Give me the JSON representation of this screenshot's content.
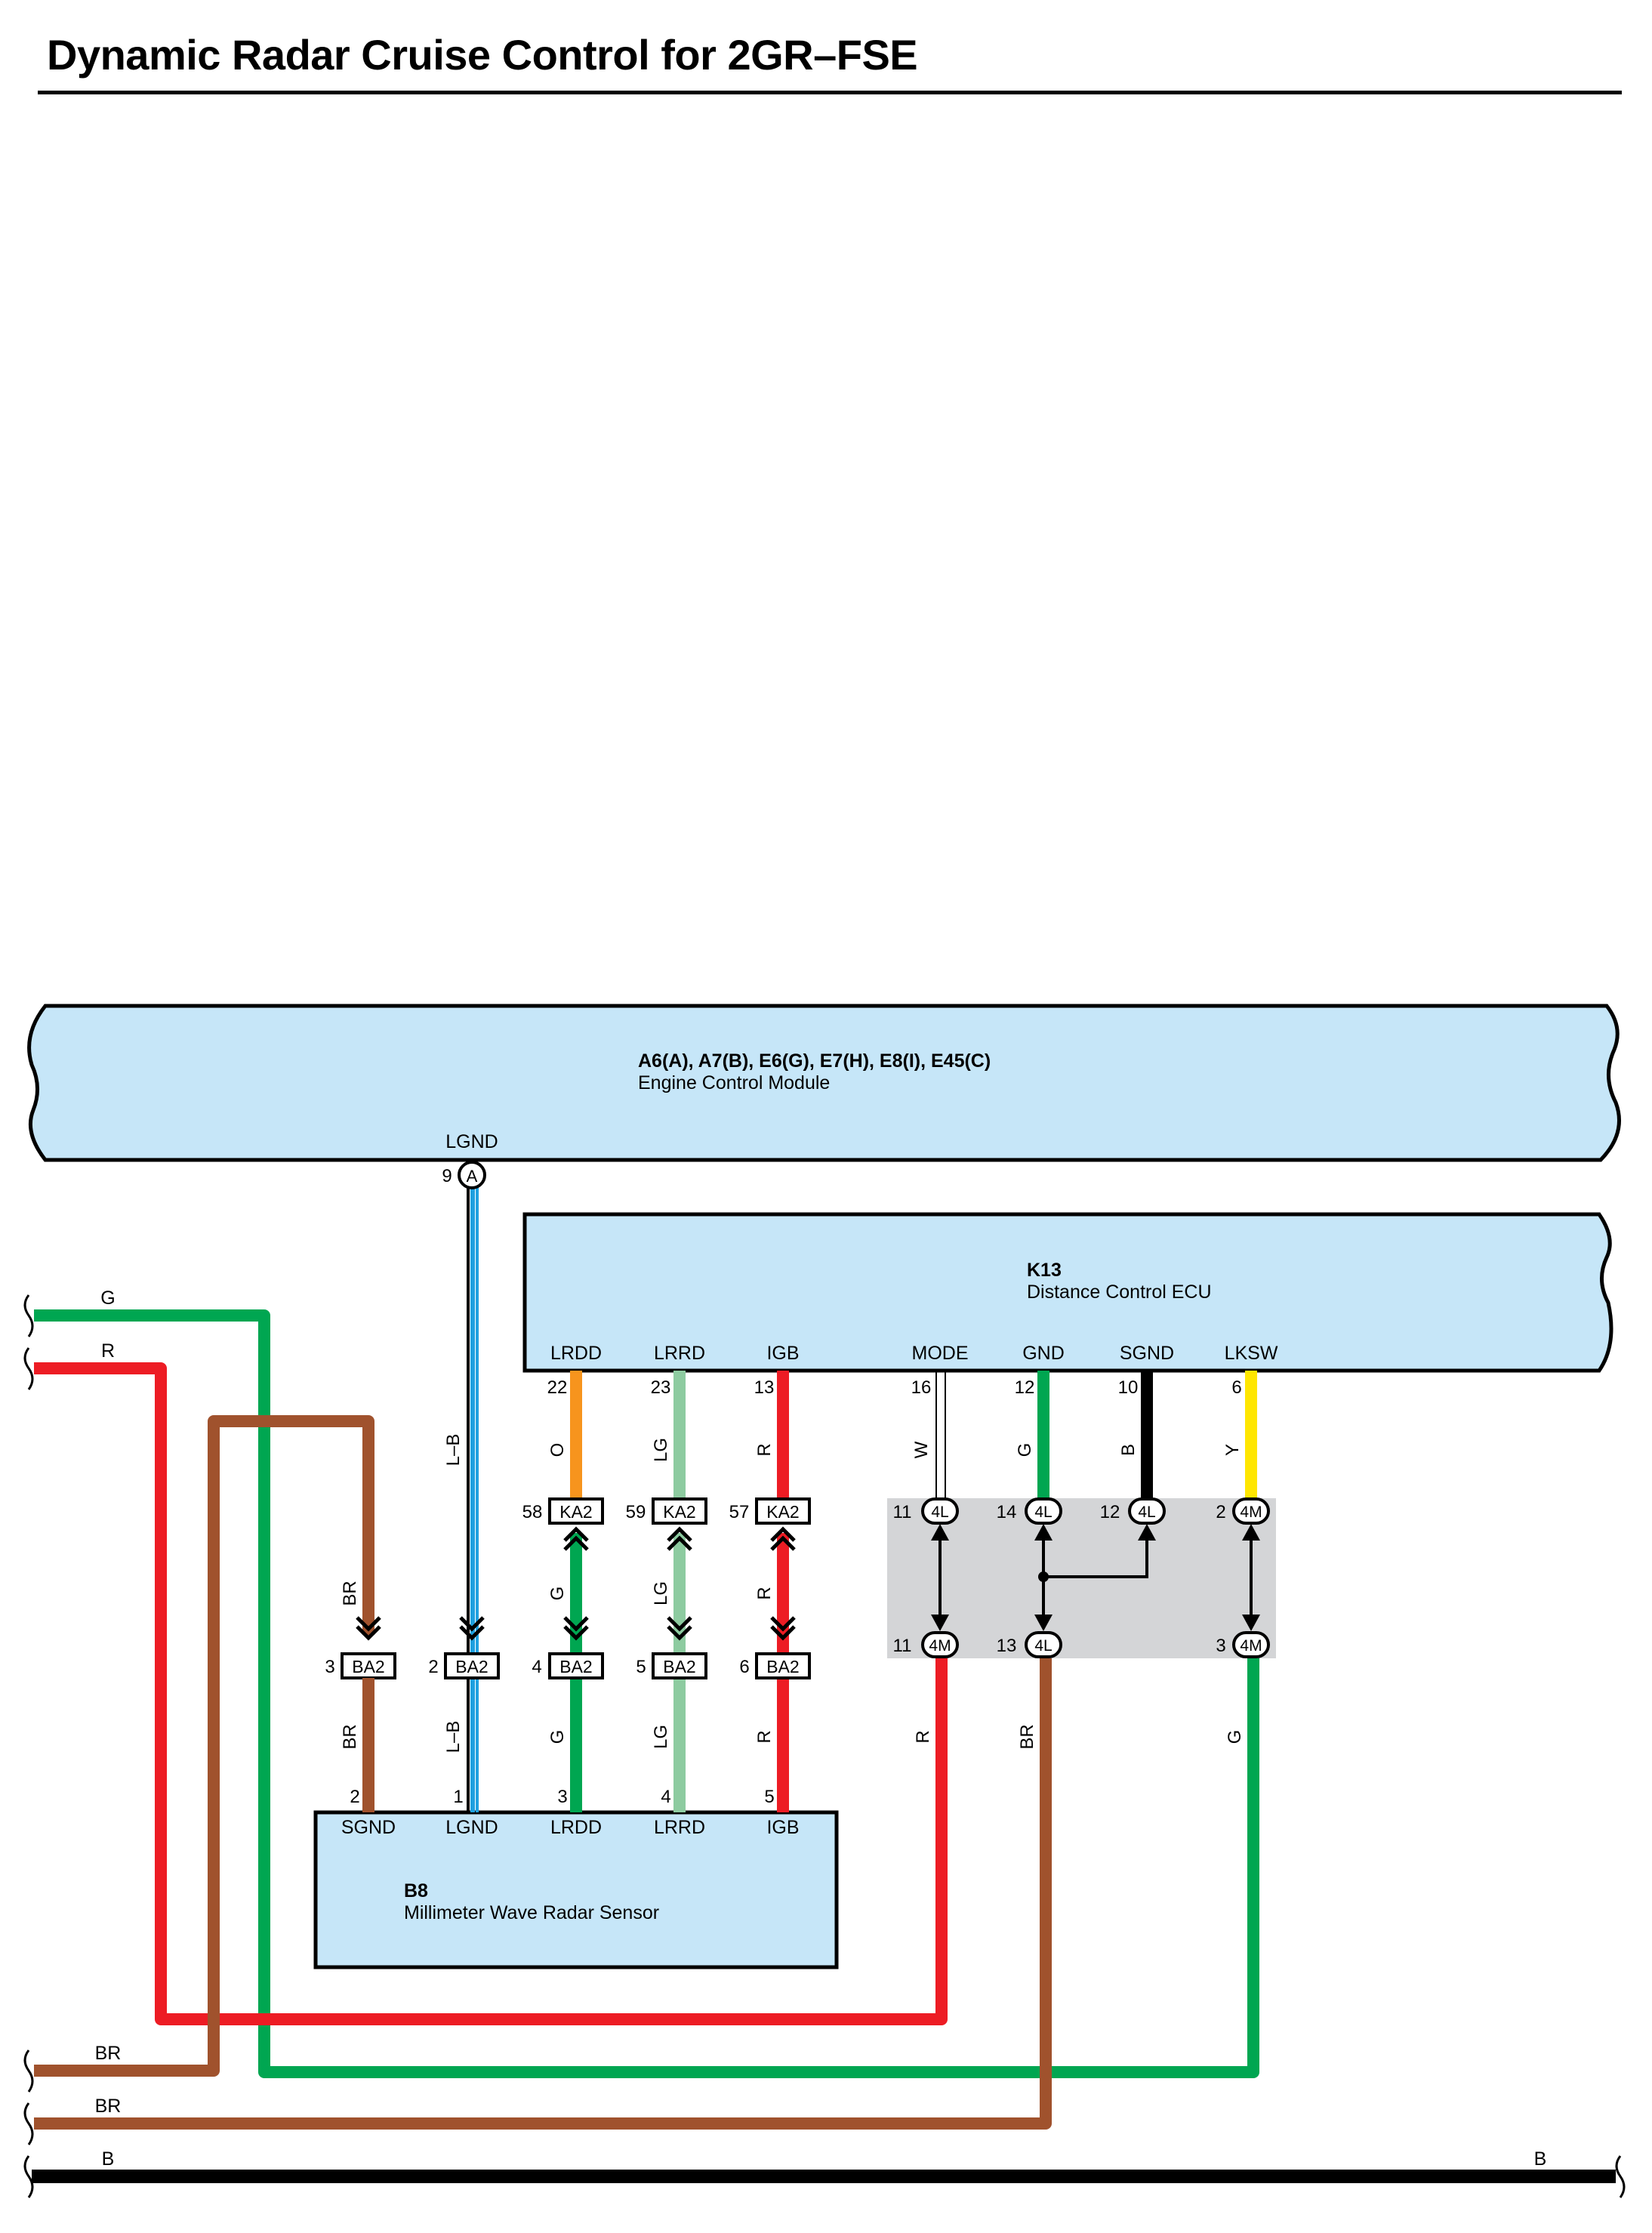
{
  "title": "Dynamic Radar Cruise Control for 2GR–FSE",
  "colors": {
    "box_fill": "#c6e6f8",
    "splice_fill": "#d4d5d7",
    "G": "#00a651",
    "R": "#ed1c24",
    "BR": "#a0522d",
    "B": "#000000",
    "O": "#f7941d",
    "LG": "#8dcba0",
    "Y": "#ffe600",
    "W": "#ffffff",
    "L": "#1ea0e0"
  },
  "ecm": {
    "connectors": "A6(A), A7(B), E6(G), E7(H), E8(I), E45(C)",
    "name": "Engine Control Module",
    "pin_label": "LGND",
    "pin_number": "9",
    "pin_connector": "A"
  },
  "k13": {
    "code": "K13",
    "name": "Distance Control ECU",
    "pins": [
      {
        "label": "LRDD",
        "number": "22",
        "wire": "O"
      },
      {
        "label": "LRRD",
        "number": "23",
        "wire": "LG"
      },
      {
        "label": "IGB",
        "number": "13",
        "wire": "R"
      },
      {
        "label": "MODE",
        "number": "16",
        "wire": "W"
      },
      {
        "label": "GND",
        "number": "12",
        "wire": "G"
      },
      {
        "label": "SGND",
        "number": "10",
        "wire": "B"
      },
      {
        "label": "LKSW",
        "number": "6",
        "wire": "Y"
      }
    ]
  },
  "b8": {
    "code": "B8",
    "name": "Millimeter Wave Radar Sensor",
    "pins": [
      {
        "label": "SGND",
        "number": "2"
      },
      {
        "label": "LGND",
        "number": "1"
      },
      {
        "label": "LRDD",
        "number": "3"
      },
      {
        "label": "LRRD",
        "number": "4"
      },
      {
        "label": "IGB",
        "number": "5"
      }
    ]
  },
  "ka2_connectors": [
    {
      "number": "58",
      "name": "KA2"
    },
    {
      "number": "59",
      "name": "KA2"
    },
    {
      "number": "57",
      "name": "KA2"
    }
  ],
  "ba2_connectors": [
    {
      "number": "3",
      "name": "BA2"
    },
    {
      "number": "2",
      "name": "BA2"
    },
    {
      "number": "4",
      "name": "BA2"
    },
    {
      "number": "5",
      "name": "BA2"
    },
    {
      "number": "6",
      "name": "BA2"
    }
  ],
  "splice_top": [
    {
      "number": "11",
      "name": "4L"
    },
    {
      "number": "14",
      "name": "4L"
    },
    {
      "number": "12",
      "name": "4L"
    },
    {
      "number": "2",
      "name": "4M"
    }
  ],
  "splice_bottom": [
    {
      "number": "11",
      "name": "4M"
    },
    {
      "number": "13",
      "name": "4L"
    },
    {
      "number": "3",
      "name": "4M"
    }
  ],
  "wire_labels": {
    "lb_upper": "L–B",
    "br_upper": "BR",
    "g_mid": "G",
    "lg_mid": "LG",
    "r_mid": "R",
    "br_lower": "BR",
    "lb_lower": "L–B",
    "g_lower": "G",
    "lg_lower": "LG",
    "r_lower": "R",
    "splice_r": "R",
    "splice_br": "BR",
    "splice_g": "G"
  },
  "left_bus": {
    "g": "G",
    "r": "R",
    "br1": "BR",
    "br2": "BR",
    "b": "B"
  },
  "right_bus": {
    "b": "B"
  }
}
